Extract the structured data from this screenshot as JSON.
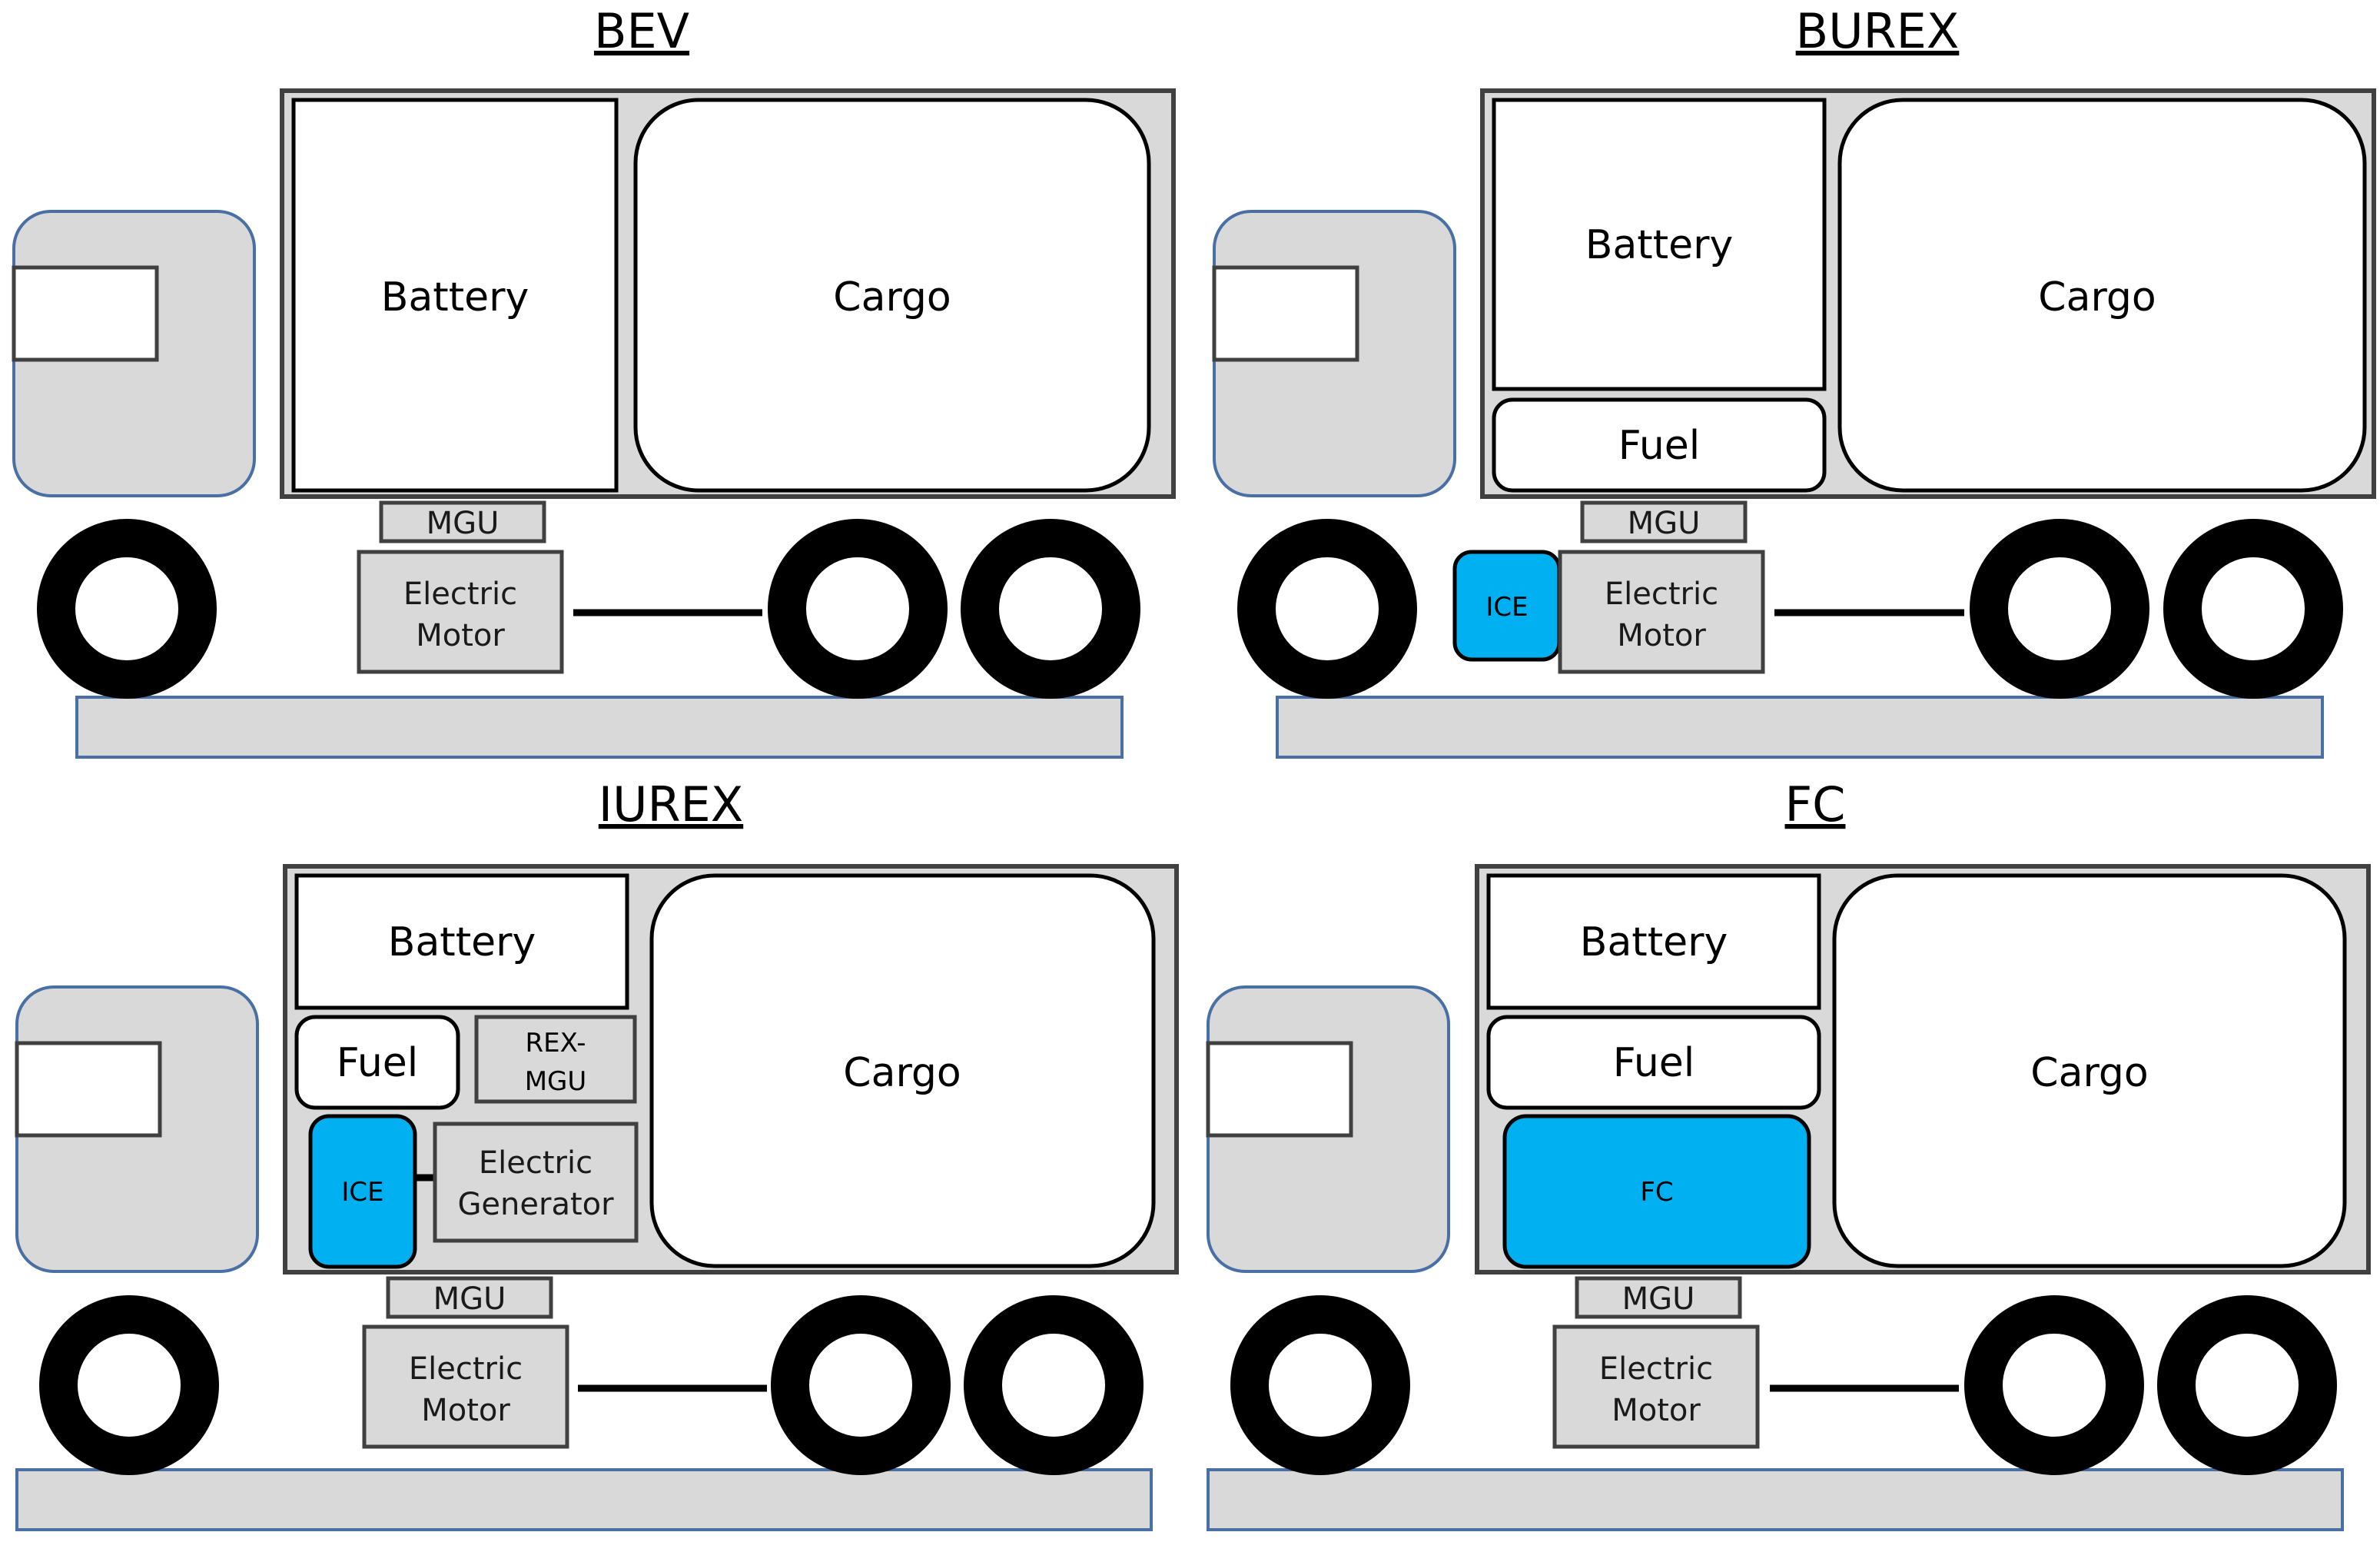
{
  "colors": {
    "panel_fill": "#d9d9d9",
    "outline": "#404040",
    "cab_outline": "#4a6fa5",
    "ice_fill": "#00b0f0",
    "fc_fill": "#00b0f0",
    "wheel": "#000000"
  },
  "icons": {
    "wheel": "wheel-icon",
    "cab": "truck-cab-icon"
  },
  "panels": [
    {
      "title": "BEV",
      "battery": "Battery",
      "cargo": "Cargo",
      "mgu": "MGU",
      "motor_line1": "Electric",
      "motor_line2": "Motor"
    },
    {
      "title": "BUREX",
      "battery": "Battery",
      "fuel": "Fuel",
      "cargo": "Cargo",
      "mgu": "MGU",
      "ice": "ICE",
      "motor_line1": "Electric",
      "motor_line2": "Motor"
    },
    {
      "title": "IUREX",
      "battery": "Battery",
      "fuel": "Fuel",
      "rex_line1": "REX-",
      "rex_line2": "MGU",
      "ice": "ICE",
      "generator_line1": "Electric",
      "generator_line2": "Generator",
      "cargo": "Cargo",
      "mgu": "MGU",
      "motor_line1": "Electric",
      "motor_line2": "Motor"
    },
    {
      "title": "FC",
      "battery": "Battery",
      "fuel": "Fuel",
      "fc": "FC",
      "cargo": "Cargo",
      "mgu": "MGU",
      "motor_line1": "Electric",
      "motor_line2": "Motor"
    }
  ]
}
